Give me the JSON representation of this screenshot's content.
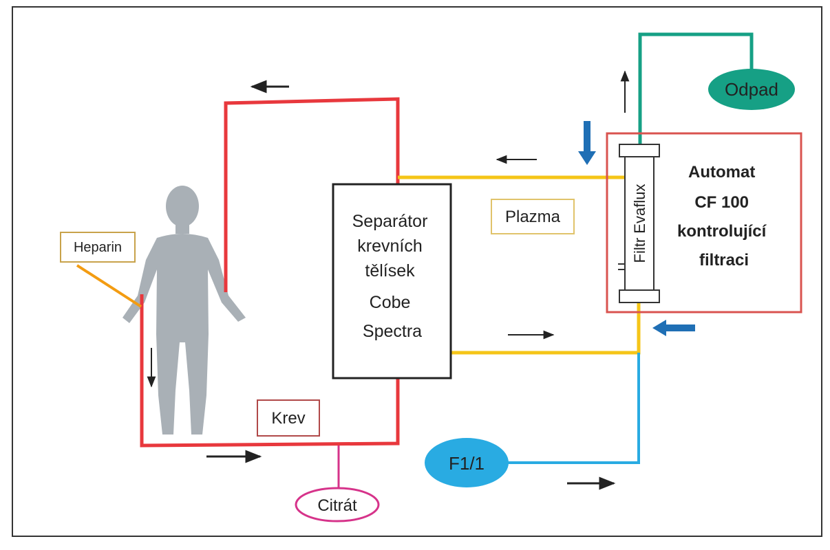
{
  "labels": {
    "heparin": "Heparin",
    "krev": "Krev",
    "citrat": "Citrát",
    "plazma": "Plazma",
    "odpad": "Odpad",
    "f11": "F1/1",
    "filter": "Filtr Evaflux",
    "separator": [
      "Separátor",
      "krevních",
      "tělísek",
      "Cobe",
      "Spectra"
    ],
    "automat": [
      "Automat",
      "CF 100",
      "kontrolující",
      "filtraci"
    ]
  },
  "colors": {
    "blood": "#e8383d",
    "plasma": "#f5c518",
    "waste": "#16a085",
    "fluid": "#29abe2",
    "citrate": "#d6338a",
    "heparin": "#f39c12",
    "human": "#a9b0b6",
    "flow_arrow": "#1f6fb5",
    "machine_border": "#d9534f"
  }
}
